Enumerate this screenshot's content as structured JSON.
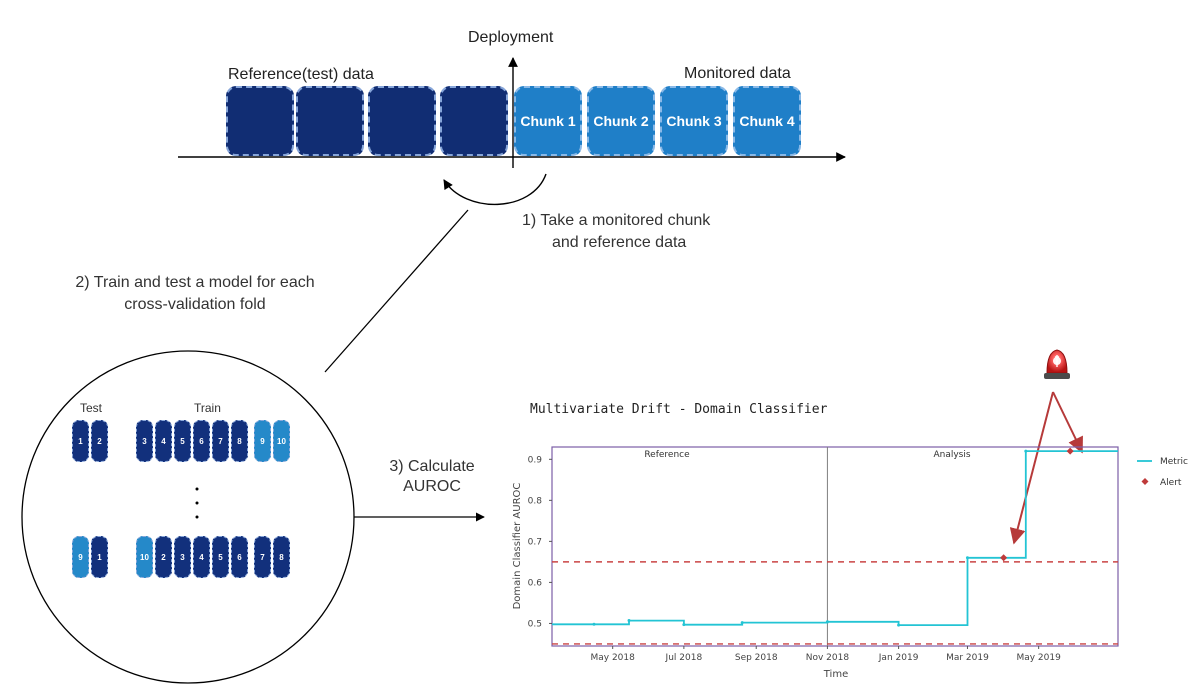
{
  "diagram": {
    "deployment_label": "Deployment",
    "reference_label": "Reference(test) data",
    "monitored_label": "Monitored data",
    "chunks": [
      "Chunk 1",
      "Chunk 2",
      "Chunk 3",
      "Chunk 4"
    ],
    "step1_line1": "1) Take a monitored chunk",
    "step1_line2": "and reference data",
    "step2_line1": "2) Train and test a model for each",
    "step2_line2": "cross-validation fold",
    "step3_line1": "3) Calculate",
    "step3_line2": "AUROC",
    "cv_test_label": "Test",
    "cv_train_label": "Train",
    "cv_row1_test": [
      "1",
      "2"
    ],
    "cv_row1_train": [
      "3",
      "4",
      "5",
      "6",
      "7",
      "8",
      "9",
      "10"
    ],
    "cv_row2_test": [
      "9",
      "1"
    ],
    "cv_row2_train": [
      "10",
      "2",
      "3",
      "4",
      "5",
      "6",
      "7",
      "8"
    ]
  },
  "chart_data": {
    "type": "line",
    "title": "Multivariate Drift - Domain Classifier",
    "xlabel": "Time",
    "ylabel": "Domain Classifier AUROC",
    "region_labels": [
      "Reference",
      "Analysis"
    ],
    "legend": [
      "Metric",
      "Alert"
    ],
    "x_ticks": [
      "May 2018",
      "Jul 2018",
      "Sep 2018",
      "Nov 2018",
      "Jan 2019",
      "Mar 2019",
      "May 2019"
    ],
    "y_ticks": [
      "0.5",
      "0.6",
      "0.7",
      "0.8",
      "0.9"
    ],
    "ylim": [
      0.445,
      0.93
    ],
    "xlim": [
      "2018-03-10",
      "2019-07-08"
    ],
    "threshold_upper": 0.65,
    "threshold_lower": 0.45,
    "reference_end": "2018-11-01",
    "series": [
      {
        "name": "Metric",
        "points": [
          {
            "x": "2018-03-10",
            "y": 0.498
          },
          {
            "x": "2018-04-15",
            "y": 0.498
          },
          {
            "x": "2018-05-15",
            "y": 0.498
          },
          {
            "x": "2018-05-15",
            "y": 0.507
          },
          {
            "x": "2018-07-01",
            "y": 0.507
          },
          {
            "x": "2018-07-01",
            "y": 0.497
          },
          {
            "x": "2018-08-20",
            "y": 0.497
          },
          {
            "x": "2018-08-20",
            "y": 0.502
          },
          {
            "x": "2018-11-01",
            "y": 0.502
          },
          {
            "x": "2018-11-01",
            "y": 0.504
          },
          {
            "x": "2019-01-01",
            "y": 0.504
          },
          {
            "x": "2019-01-01",
            "y": 0.496
          },
          {
            "x": "2019-03-01",
            "y": 0.496
          },
          {
            "x": "2019-03-01",
            "y": 0.66
          },
          {
            "x": "2019-04-20",
            "y": 0.66
          },
          {
            "x": "2019-04-20",
            "y": 0.92
          },
          {
            "x": "2019-07-08",
            "y": 0.92
          }
        ]
      },
      {
        "name": "Alert",
        "points": [
          {
            "x": "2019-04-01",
            "y": 0.66
          },
          {
            "x": "2019-05-28",
            "y": 0.92
          }
        ]
      }
    ]
  }
}
